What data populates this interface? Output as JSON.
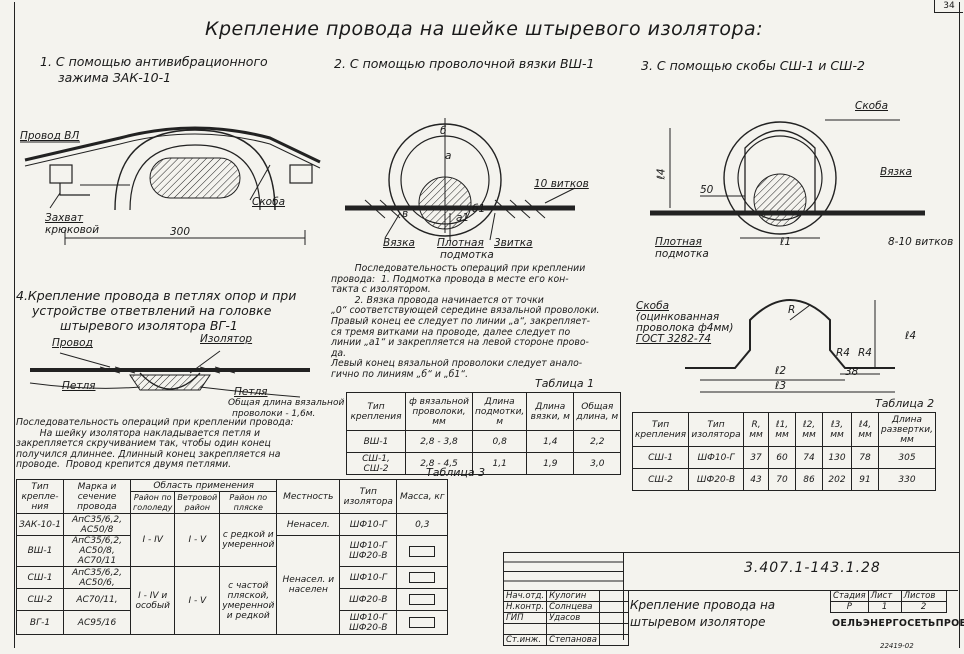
{
  "sheet_number": "34",
  "title": "Крепление провода на шейке штыревого изолятора:",
  "sections": {
    "s1": {
      "title_line1": "1. С помощью антивибрационного",
      "title_line2": "зажима ЗАК-10-1",
      "labels": {
        "wire": "Провод ВЛ",
        "clamp": "Скоба",
        "hook_line1": "Захват",
        "hook_line2": "крюковой",
        "dim": "300"
      }
    },
    "s2": {
      "title": "2. С помощью проволочной вязки ВШ-1",
      "labels": {
        "turns10": "10 витков",
        "tie": "Вязка",
        "tight_line1": "Плотная",
        "tight_line2": "подмотка",
        "turns3": "3витка",
        "b": "б",
        "a": "а",
        "a1": "а1",
        "b1": "б1",
        "v": "в"
      },
      "procedure": "        Последовательность операций при креплении\nпровода:  1. Подмотка провода в месте его кон-\nтакта с изолятором.\n        2. Вязка провода начинается от точки\n„0“ соответствующей середине вязальной проволоки.\nПравый конец ее следует по линии „а“, закрепляет-\nся тремя витками на проводе, далее следует по\nлинии „а1“ и закрепляется на левой стороне прово-\nда.\nЛевый конец вязальной проволоки следует анало-\nгично по линиям „б“ и „б1“."
    },
    "s3": {
      "title": "3. С помощью скобы СШ-1 и СШ-2",
      "labels": {
        "clamp": "Скоба",
        "tie": "Вязка",
        "dim50": "50",
        "l1": "ℓ1",
        "l4": "ℓ4",
        "tight_line1": "Плотная",
        "tight_line2": "подмотка",
        "turns": "8-10 витков"
      },
      "detail": {
        "line1": "Скоба",
        "line2": "(оцинкованная",
        "line3": "проволока ф4мм)",
        "line4": "ГОСТ 3282-74",
        "r": "R",
        "l2": "ℓ2",
        "l3": "ℓ3",
        "l4": "ℓ4",
        "r4a": "R4",
        "r4b": "R4",
        "dim38": "38"
      }
    },
    "s4": {
      "title_line1": "4.Крепление провода в петлях опор и при",
      "title_line2": "устройстве ответвлений на головке",
      "title_line3": "штыревого изолятора ВГ-1",
      "labels": {
        "wire": "Провод",
        "insulator": "Изолятор",
        "loop": "Петля",
        "loop2": "Петля",
        "note_line1": "Общая длина вязальной",
        "note_line2": "проволоки - 1,6м."
      },
      "procedure": "Последовательность операций при креплении провода:\n        На шейку изолятора накладывается петля и\nзакрепляется скручиванием так, чтобы один конец\nполучился длиннее. Длинный конец закрепляется на\nпроводе.  Провод крепится двумя петлями."
    }
  },
  "table1": {
    "caption": "Таблица 1",
    "headers": [
      "Тип крепления",
      "ф вязальной проволоки, мм",
      "Длина подмотки, м",
      "Длина вязки, м",
      "Общая длина, м"
    ],
    "rows": [
      [
        "ВШ-1",
        "2,8 - 3,8",
        "0,8",
        "1,4",
        "2,2"
      ],
      [
        "СШ-1, СШ-2",
        "2,8 - 4,5",
        "1,1",
        "1,9",
        "3,0"
      ]
    ]
  },
  "table2": {
    "caption": "Таблица 2",
    "headers": [
      "Тип крепления",
      "Тип изолятора",
      "R, мм",
      "ℓ1, мм",
      "ℓ2, мм",
      "ℓ3, мм",
      "ℓ4, мм",
      "Длина развертки, мм"
    ],
    "rows": [
      [
        "СШ-1",
        "ШФ10-Г",
        "37",
        "60",
        "74",
        "130",
        "78",
        "305"
      ],
      [
        "СШ-2",
        "ШФ20-В",
        "43",
        "70",
        "86",
        "202",
        "91",
        "330"
      ]
    ]
  },
  "table3": {
    "caption": "Таблица 3",
    "headers": {
      "type": "Тип крепле-ния",
      "brand": "Марка и сечение провода",
      "area": "Область применения",
      "ice": "Район по гололеду",
      "wind": "Ветровой район",
      "dance": "Район по пляске",
      "locality": "Местность",
      "ins": "Тип изолятора",
      "mass": "Масса, кг"
    },
    "rows": [
      {
        "type": "ЗАК-10-1",
        "brand": "АпС35/6,2, АС50/8",
        "ins": "ШФ10-Г",
        "mass": "0,3"
      },
      {
        "type": "ВШ-1",
        "brand": "АпС35/6,2, АС50/8, АС70/11",
        "ins": "ШФ10-Г ШФ20-В",
        "mass": ""
      },
      {
        "type": "СШ-1",
        "brand": "АпС35/6,2, АС50/6,",
        "ins": "ШФ10-Г",
        "mass": ""
      },
      {
        "type": "СШ-2",
        "brand": "АС70/11,",
        "ins": "ШФ20-В",
        "mass": ""
      },
      {
        "type": "ВГ-1",
        "brand": "АС95/16",
        "ins": "ШФ10-Г ШФ20-В",
        "mass": ""
      }
    ],
    "merged": {
      "ice1": "I - IV",
      "wind1": "I - V",
      "dance1": "с редкой и умеренной",
      "loc1": "Ненасел.",
      "ice2": "I - IV и особый",
      "wind2": "I - V",
      "dance2": "с частой пляской, умеренной и редкой",
      "loc2": "Ненасел. и населен"
    }
  },
  "stamp": {
    "code": "3.407.1-143.1.28",
    "name_line1": "Крепление провода на",
    "name_line2": "штыревом изоляторе",
    "stage_h": "Стадия",
    "sheet_h": "Лист",
    "sheets_h": "Листов",
    "stage": "Р",
    "sheet": "1",
    "sheets": "2",
    "org": "ОЕЛЬЭНЕРГОСЕТЬПРОЕКТ",
    "rows": [
      [
        "Нач.отд.",
        "Кулогин"
      ],
      [
        "Н.контр.",
        "Солнцева"
      ],
      [
        "ГИП",
        "Удасов"
      ],
      [
        "",
        ""
      ],
      [
        "Ст.инж.",
        "Степанова"
      ]
    ],
    "bottom": "22419-02"
  }
}
